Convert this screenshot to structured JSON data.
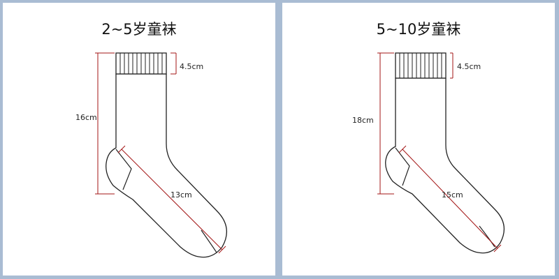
{
  "panels": [
    {
      "title": "2~5岁童袜",
      "cuff_height": "4.5cm",
      "leg_length": "16cm",
      "foot_length": "13cm"
    },
    {
      "title": "5~10岁童袜",
      "cuff_height": "4.5cm",
      "leg_length": "18cm",
      "foot_length": "15cm"
    }
  ],
  "colors": {
    "frame": "#a9bcd3",
    "outline": "#222222",
    "dimension_line": "#a31515"
  }
}
